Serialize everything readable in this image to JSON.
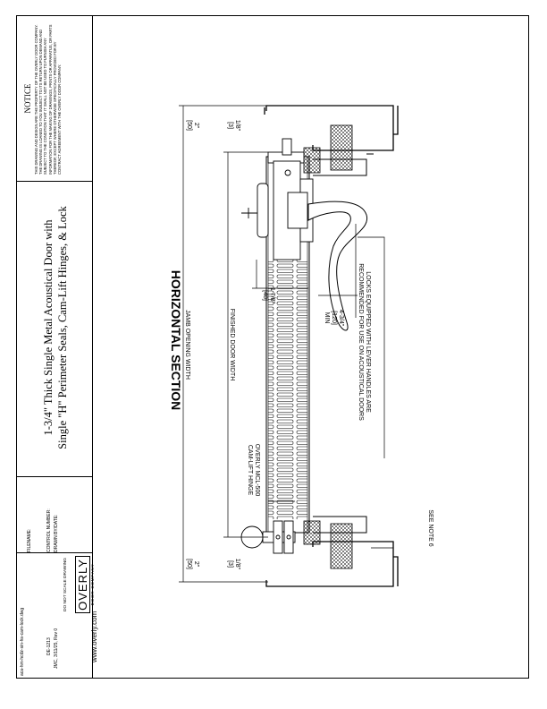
{
  "notice": {
    "heading": "NOTICE",
    "body": "THIS DRAWING AND DESIGN ARE THE PROPERTY OF THE OVERLY DOOR COMPANY. THE DRAWING IS LOANED TO YOU SUBJECT TO ITS RETURN UPON DEMAND AND SUBJECT TO THE CONDITION THAT IT SHALL NOT BE USED TO FURNISH ANY INFORMATION FOR THE MAKING OF DRAWINGS, PRINTS OR APPARATUS, OR PARTS THEREOF, EXCEPT WHERE OTHERWISE SPECIFICALLY PROVIDED FOR BY CONTRACT AGREEMENT WITH THE OVERLY DOOR COMPANY."
  },
  "title": {
    "line1": "1-3/4\" Thick Single Metal Acoustical Door with",
    "line2": "Single \"H\" Perimeter Seals, Cam-Lift Hinges, & Lock"
  },
  "logo": {
    "word": "OVERLY",
    "sub": "DOOR COMPANY"
  },
  "website": "www.overly.com",
  "info": {
    "dns": "DO NOT SCALE DRAWING",
    "drawn_label": "DRAWN BY/DATE:",
    "drawn_value": "JMC, 3/11/25, Rev 0",
    "control_label": "CONTROL NUMBER:",
    "control_value": "DE-1213",
    "filename_label": "FILENAME:",
    "filename_value": "aca-hm-hcdz-sin-hs-cam-lock.dwg"
  },
  "drawing": {
    "heading": "HORIZONTAL SECTION",
    "note_locks_line1": "LOCKS EQUIPPED WITH LEVER HANDLES ARE",
    "note_locks_line2": "RECOMMENDED FOR USE ON ACOUSTICAL DOORS",
    "see_note": "SEE NOTE 6",
    "hinge_line1": "OVERLY MCL-500",
    "hinge_line2": "CAM-LIFT HINGE",
    "finished_door_width": "FINISHED DOOR WIDTH",
    "jamb_opening_width": "JAMB OPENING WIDTH",
    "dim_2_top": "2\"",
    "dim_50_top": "[50]",
    "dim_18_top": "1/8\"",
    "dim_3_top": "[3]",
    "dim_2_bot": "2\"",
    "dim_50_bot": "[50]",
    "dim_18_bot": "1/8\"",
    "dim_3_bot": "[3]",
    "dim_178": "1 7/8\"",
    "dim_48": "[48]",
    "dim_434": "4-3/4\"",
    "dim_120": "[120]",
    "dim_min": "MIN"
  }
}
